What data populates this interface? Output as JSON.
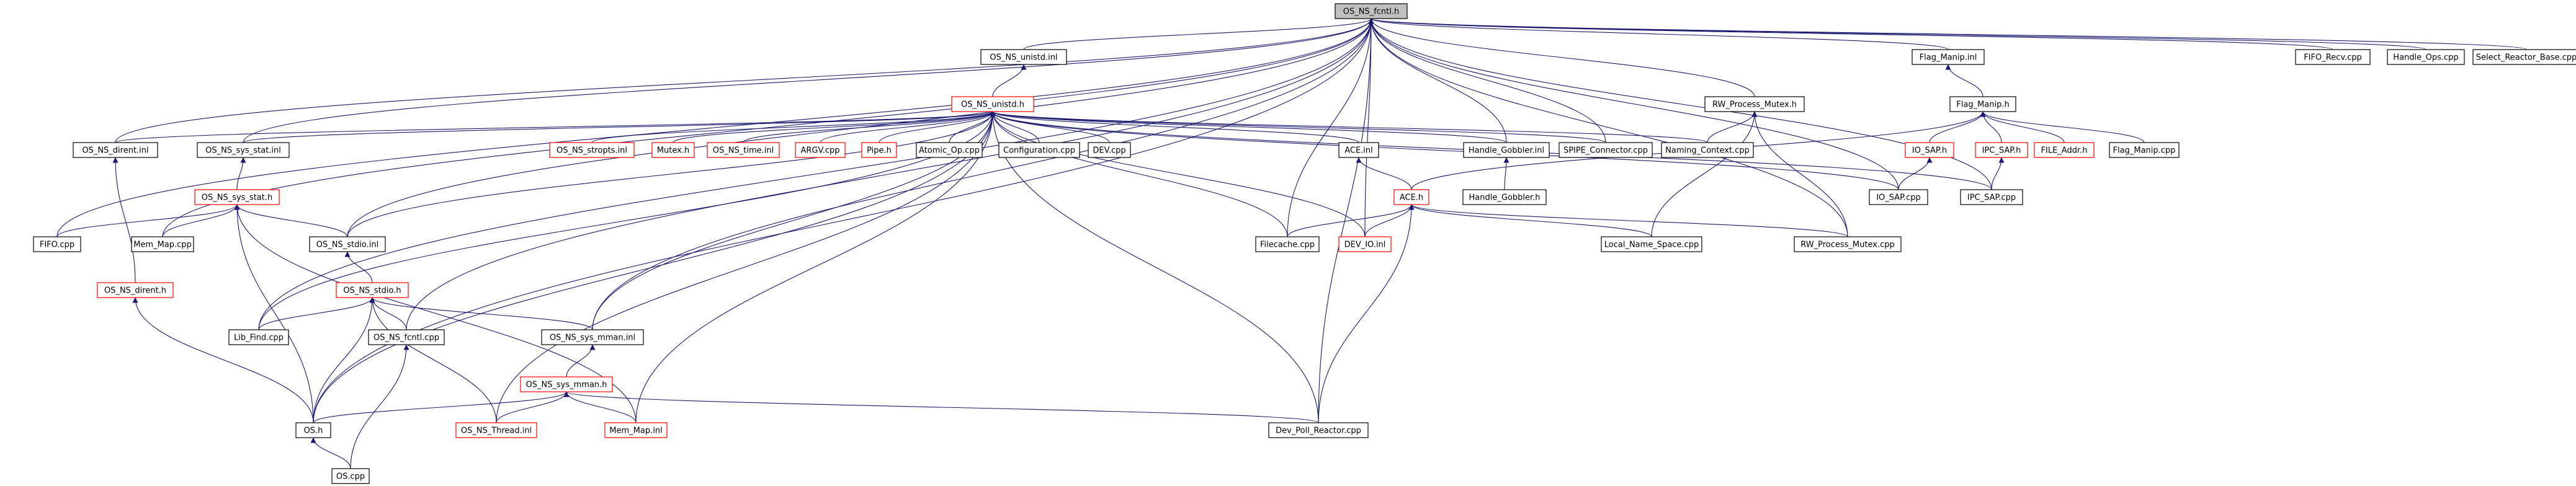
{
  "graph": {
    "colors": {
      "edge": "#191970",
      "highlight_fill": "#bfbfbf",
      "highlight_border": "#000000",
      "complete_border": "#000000",
      "incomplete_border": "#ff0000",
      "fill": "#ffffff"
    },
    "nodes": [
      {
        "id": "os_ns_fcntl_h",
        "label": "OS_NS_fcntl.h",
        "style": "root"
      },
      {
        "id": "fifo_recv_cpp",
        "label": "FIFO_Recv.cpp",
        "style": "normal"
      },
      {
        "id": "handle_ops_cpp",
        "label": "Handle_Ops.cpp",
        "style": "normal"
      },
      {
        "id": "select_reactor_base_cpp",
        "label": "Select_Reactor_Base.cpp",
        "style": "normal"
      },
      {
        "id": "os_ns_unistd_inl",
        "label": "OS_NS_unistd.inl",
        "style": "normal"
      },
      {
        "id": "flag_manip_inl",
        "label": "Flag_Manip.inl",
        "style": "normal"
      },
      {
        "id": "os_ns_unistd_h",
        "label": "OS_NS_unistd.h",
        "style": "incomplete"
      },
      {
        "id": "rw_process_mutex_h",
        "label": "RW_Process_Mutex.h",
        "style": "normal"
      },
      {
        "id": "flag_manip_h",
        "label": "Flag_Manip.h",
        "style": "normal"
      },
      {
        "id": "os_ns_dirent_inl",
        "label": "OS_NS_dirent.inl",
        "style": "normal"
      },
      {
        "id": "os_ns_sys_stat_inl",
        "label": "OS_NS_sys_stat.inl",
        "style": "normal"
      },
      {
        "id": "os_ns_stropts_inl",
        "label": "OS_NS_stropts.inl",
        "style": "incomplete"
      },
      {
        "id": "mutex_h",
        "label": "Mutex.h",
        "style": "incomplete"
      },
      {
        "id": "os_ns_time_inl",
        "label": "OS_NS_time.inl",
        "style": "incomplete"
      },
      {
        "id": "argv_cpp",
        "label": "ARGV.cpp",
        "style": "incomplete"
      },
      {
        "id": "pipe_h",
        "label": "Pipe.h",
        "style": "incomplete"
      },
      {
        "id": "atomic_op_cpp",
        "label": "Atomic_Op.cpp",
        "style": "normal"
      },
      {
        "id": "configuration_cpp",
        "label": "Configuration.cpp",
        "style": "normal"
      },
      {
        "id": "dev_cpp",
        "label": "DEV.cpp",
        "style": "normal"
      },
      {
        "id": "ace_inl",
        "label": "ACE.inl",
        "style": "normal"
      },
      {
        "id": "handle_gobbler_inl",
        "label": "Handle_Gobbler.inl",
        "style": "normal"
      },
      {
        "id": "spipe_connector_cpp",
        "label": "SPIPE_Connector.cpp",
        "style": "normal"
      },
      {
        "id": "naming_context_cpp",
        "label": "Naming_Context.cpp",
        "style": "normal"
      },
      {
        "id": "io_sap_h",
        "label": "IO_SAP.h",
        "style": "incomplete"
      },
      {
        "id": "ipc_sap_h",
        "label": "IPC_SAP.h",
        "style": "incomplete"
      },
      {
        "id": "file_addr_h",
        "label": "FILE_Addr.h",
        "style": "incomplete"
      },
      {
        "id": "flag_manip_cpp",
        "label": "Flag_Manip.cpp",
        "style": "normal"
      },
      {
        "id": "os_ns_sys_stat_h",
        "label": "OS_NS_sys_stat.h",
        "style": "incomplete"
      },
      {
        "id": "ace_h",
        "label": "ACE.h",
        "style": "incomplete"
      },
      {
        "id": "handle_gobbler_h",
        "label": "Handle_Gobbler.h",
        "style": "normal"
      },
      {
        "id": "io_sap_cpp",
        "label": "IO_SAP.cpp",
        "style": "normal"
      },
      {
        "id": "ipc_sap_cpp",
        "label": "IPC_SAP.cpp",
        "style": "normal"
      },
      {
        "id": "fifo_cpp",
        "label": "FIFO.cpp",
        "style": "normal"
      },
      {
        "id": "mem_map_cpp",
        "label": "Mem_Map.cpp",
        "style": "normal"
      },
      {
        "id": "os_ns_stdio_inl",
        "label": "OS_NS_stdio.inl",
        "style": "normal"
      },
      {
        "id": "filecache_cpp",
        "label": "Filecache.cpp",
        "style": "normal"
      },
      {
        "id": "dev_io_inl",
        "label": "DEV_IO.inl",
        "style": "incomplete"
      },
      {
        "id": "local_name_space_cpp",
        "label": "Local_Name_Space.cpp",
        "style": "normal"
      },
      {
        "id": "rw_process_mutex_cpp",
        "label": "RW_Process_Mutex.cpp",
        "style": "normal"
      },
      {
        "id": "os_ns_dirent_h",
        "label": "OS_NS_dirent.h",
        "style": "incomplete"
      },
      {
        "id": "os_ns_stdio_h",
        "label": "OS_NS_stdio.h",
        "style": "incomplete"
      },
      {
        "id": "lib_find_cpp",
        "label": "Lib_Find.cpp",
        "style": "normal"
      },
      {
        "id": "os_ns_fcntl_cpp",
        "label": "OS_NS_fcntl.cpp",
        "style": "normal"
      },
      {
        "id": "os_ns_sys_mman_inl",
        "label": "OS_NS_sys_mman.inl",
        "style": "normal"
      },
      {
        "id": "os_ns_sys_mman_h",
        "label": "OS_NS_sys_mman.h",
        "style": "incomplete"
      },
      {
        "id": "os_h",
        "label": "OS.h",
        "style": "normal"
      },
      {
        "id": "os_ns_thread_inl",
        "label": "OS_NS_Thread.inl",
        "style": "incomplete"
      },
      {
        "id": "mem_map_inl",
        "label": "Mem_Map.inl",
        "style": "incomplete"
      },
      {
        "id": "dev_poll_reactor_cpp",
        "label": "Dev_Poll_Reactor.cpp",
        "style": "normal"
      },
      {
        "id": "os_cpp",
        "label": "OS.cpp",
        "style": "normal"
      }
    ],
    "edges": [
      [
        "fifo_recv_cpp",
        "os_ns_fcntl_h"
      ],
      [
        "handle_ops_cpp",
        "os_ns_fcntl_h"
      ],
      [
        "select_reactor_base_cpp",
        "os_ns_fcntl_h"
      ],
      [
        "os_ns_unistd_inl",
        "os_ns_fcntl_h"
      ],
      [
        "flag_manip_inl",
        "os_ns_fcntl_h"
      ],
      [
        "rw_process_mutex_h",
        "os_ns_fcntl_h"
      ],
      [
        "os_ns_dirent_inl",
        "os_ns_fcntl_h"
      ],
      [
        "os_ns_sys_stat_inl",
        "os_ns_fcntl_h"
      ],
      [
        "fifo_cpp",
        "os_ns_fcntl_h"
      ],
      [
        "mem_map_cpp",
        "os_ns_fcntl_h"
      ],
      [
        "os_ns_stdio_inl",
        "os_ns_fcntl_h"
      ],
      [
        "lib_find_cpp",
        "os_ns_fcntl_h"
      ],
      [
        "os_ns_fcntl_cpp",
        "os_ns_fcntl_h"
      ],
      [
        "os_ns_sys_mman_inl",
        "os_ns_fcntl_h"
      ],
      [
        "os_h",
        "os_ns_fcntl_h"
      ],
      [
        "handle_gobbler_inl",
        "os_ns_fcntl_h"
      ],
      [
        "spipe_connector_cpp",
        "os_ns_fcntl_h"
      ],
      [
        "filecache_cpp",
        "os_ns_fcntl_h"
      ],
      [
        "dev_io_inl",
        "os_ns_fcntl_h"
      ],
      [
        "io_sap_cpp",
        "os_ns_fcntl_h"
      ],
      [
        "ipc_sap_cpp",
        "os_ns_fcntl_h"
      ],
      [
        "rw_process_mutex_cpp",
        "os_ns_fcntl_h"
      ],
      [
        "dev_poll_reactor_cpp",
        "os_ns_fcntl_h"
      ],
      [
        "os_ns_unistd_h",
        "os_ns_unistd_inl"
      ],
      [
        "os_ns_dirent_inl",
        "os_ns_unistd_h"
      ],
      [
        "os_ns_sys_stat_inl",
        "os_ns_unistd_h"
      ],
      [
        "os_ns_stropts_inl",
        "os_ns_unistd_h"
      ],
      [
        "mutex_h",
        "os_ns_unistd_h"
      ],
      [
        "os_ns_time_inl",
        "os_ns_unistd_h"
      ],
      [
        "argv_cpp",
        "os_ns_unistd_h"
      ],
      [
        "pipe_h",
        "os_ns_unistd_h"
      ],
      [
        "atomic_op_cpp",
        "os_ns_unistd_h"
      ],
      [
        "configuration_cpp",
        "os_ns_unistd_h"
      ],
      [
        "dev_cpp",
        "os_ns_unistd_h"
      ],
      [
        "ace_inl",
        "os_ns_unistd_h"
      ],
      [
        "handle_gobbler_inl",
        "os_ns_unistd_h"
      ],
      [
        "spipe_connector_cpp",
        "os_ns_unistd_h"
      ],
      [
        "naming_context_cpp",
        "os_ns_unistd_h"
      ],
      [
        "io_sap_cpp",
        "os_ns_unistd_h"
      ],
      [
        "ipc_sap_cpp",
        "os_ns_unistd_h"
      ],
      [
        "os_ns_stdio_inl",
        "os_ns_unistd_h"
      ],
      [
        "filecache_cpp",
        "os_ns_unistd_h"
      ],
      [
        "dev_io_inl",
        "os_ns_unistd_h"
      ],
      [
        "lib_find_cpp",
        "os_ns_unistd_h"
      ],
      [
        "os_ns_sys_mman_inl",
        "os_ns_unistd_h"
      ],
      [
        "os_h",
        "os_ns_unistd_h"
      ],
      [
        "os_ns_thread_inl",
        "os_ns_unistd_h"
      ],
      [
        "mem_map_inl",
        "os_ns_unistd_h"
      ],
      [
        "dev_poll_reactor_cpp",
        "os_ns_unistd_h"
      ],
      [
        "naming_context_cpp",
        "rw_process_mutex_h"
      ],
      [
        "local_name_space_cpp",
        "rw_process_mutex_h"
      ],
      [
        "rw_process_mutex_cpp",
        "rw_process_mutex_h"
      ],
      [
        "flag_manip_h",
        "flag_manip_inl"
      ],
      [
        "io_sap_h",
        "flag_manip_h"
      ],
      [
        "ipc_sap_h",
        "flag_manip_h"
      ],
      [
        "file_addr_h",
        "flag_manip_h"
      ],
      [
        "flag_manip_cpp",
        "flag_manip_h"
      ],
      [
        "ace_h",
        "flag_manip_h"
      ],
      [
        "io_sap_cpp",
        "io_sap_h"
      ],
      [
        "ipc_sap_cpp",
        "ipc_sap_h"
      ],
      [
        "ace_h",
        "ace_inl"
      ],
      [
        "handle_gobbler_h",
        "handle_gobbler_inl"
      ],
      [
        "filecache_cpp",
        "ace_h"
      ],
      [
        "dev_io_inl",
        "ace_h"
      ],
      [
        "local_name_space_cpp",
        "ace_h"
      ],
      [
        "rw_process_mutex_cpp",
        "ace_h"
      ],
      [
        "dev_poll_reactor_cpp",
        "ace_h"
      ],
      [
        "os_ns_sys_stat_h",
        "os_ns_sys_stat_inl"
      ],
      [
        "fifo_cpp",
        "os_ns_sys_stat_h"
      ],
      [
        "mem_map_cpp",
        "os_ns_sys_stat_h"
      ],
      [
        "os_ns_stdio_inl",
        "os_ns_sys_stat_h"
      ],
      [
        "os_h",
        "os_ns_sys_stat_h"
      ],
      [
        "mem_map_inl",
        "os_ns_sys_stat_h"
      ],
      [
        "os_ns_dirent_h",
        "os_ns_dirent_inl"
      ],
      [
        "os_h",
        "os_ns_dirent_h"
      ],
      [
        "os_ns_stdio_h",
        "os_ns_stdio_inl"
      ],
      [
        "lib_find_cpp",
        "os_ns_stdio_h"
      ],
      [
        "os_ns_fcntl_cpp",
        "os_ns_stdio_h"
      ],
      [
        "os_ns_sys_mman_inl",
        "os_ns_stdio_h"
      ],
      [
        "os_h",
        "os_ns_stdio_h"
      ],
      [
        "os_ns_thread_inl",
        "os_ns_stdio_h"
      ],
      [
        "os_ns_sys_mman_h",
        "os_ns_sys_mman_inl"
      ],
      [
        "os_h",
        "os_ns_sys_mman_h"
      ],
      [
        "os_ns_thread_inl",
        "os_ns_sys_mman_h"
      ],
      [
        "mem_map_inl",
        "os_ns_sys_mman_h"
      ],
      [
        "dev_poll_reactor_cpp",
        "os_ns_sys_mman_h"
      ],
      [
        "os_cpp",
        "os_h"
      ],
      [
        "os_cpp",
        "os_ns_fcntl_cpp"
      ]
    ]
  }
}
